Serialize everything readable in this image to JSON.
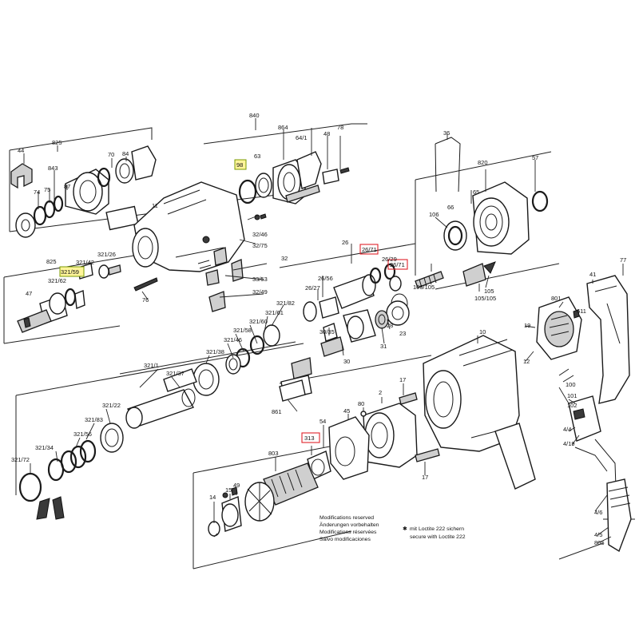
{
  "labels": {
    "l44": "44",
    "l825a": "825",
    "l843": "843",
    "l74": "74",
    "l75": "75",
    "l87": "87",
    "l70": "70",
    "l84": "84",
    "l11": "11",
    "l840": "840",
    "l864": "864",
    "l48": "48",
    "l78": "78",
    "l98": "98",
    "l63": "63",
    "l64_1": "64/1",
    "l36": "36",
    "l820": "820",
    "l57": "57",
    "l106": "106",
    "l65": "65",
    "l66": "66",
    "l825b": "825",
    "l321_42": "321/42",
    "l321_59": "321/59",
    "l321_62": "321/62",
    "l321_26": "321/26",
    "l47": "47",
    "l76": "76",
    "l32_46": "32/46",
    "l32_75": "32/75",
    "l32": "32",
    "l33_53": "33/53",
    "l32_49": "32/49",
    "l26": "26",
    "l26_71a": "26/71",
    "l26_29": "26/29",
    "l26_71b": "26/71",
    "l26_56": "26/56",
    "l26_27": "26/27",
    "l106_105": "106/105",
    "l105_105": "105/105",
    "l105": "105",
    "l77": "77",
    "l41": "41",
    "l801": "801",
    "l611": "611",
    "l321_82": "321/82",
    "l321_61": "321/61",
    "l321_60": "321/60",
    "l321_58": "321/58",
    "l321_46": "321/46",
    "l321_38": "321/38",
    "l321_1": "321/1",
    "l321_37": "321/37",
    "l28": "28",
    "l23": "23",
    "l31": "31",
    "l30_35": "30/35",
    "l30": "30",
    "l10": "10",
    "l19": "19",
    "l12": "12",
    "l100": "100",
    "l101": "101",
    "l102": "102",
    "l4_4": "4/4",
    "l4_19": "4/19",
    "l4_6": "4/6",
    "l4_5": "4/5",
    "l805": "805",
    "l861": "861",
    "l321_22": "321/22",
    "l321_83": "321/83",
    "l321_56": "321/56",
    "l321_34": "321/34",
    "l321_72": "321/72",
    "l17a": "17",
    "l17b": "17",
    "l80": "80",
    "l2": "2",
    "l45": "45",
    "l54": "54",
    "l313": "313",
    "l803": "803",
    "l49": "49",
    "l15": "15",
    "l14": "14"
  },
  "notes": {
    "mods_1": "Modifications reserved",
    "mods_2": "Änderungen vorbehalten",
    "mods_3": "Modifications réservées",
    "mods_4": "Salvo modificaciones",
    "loctite_de": "mit Loctite 222 sichern",
    "loctite_en": "secure with Loctite 222"
  },
  "colors": {
    "highlight_yellow": "#fff59a",
    "highlight_red": "#e0222a"
  }
}
